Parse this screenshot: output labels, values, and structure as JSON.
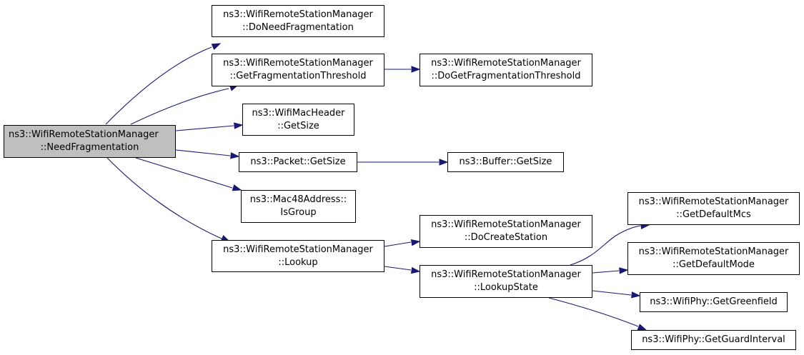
{
  "root": {
    "line1": "ns3::WifiRemoteStationManager",
    "line2": "::NeedFragmentation"
  },
  "nodes": {
    "do_need_fragmentation": {
      "line1": "ns3::WifiRemoteStationManager",
      "line2": "::DoNeedFragmentation"
    },
    "get_fragmentation_threshold": {
      "line1": "ns3::WifiRemoteStationManager",
      "line2": "::GetFragmentationThreshold"
    },
    "do_get_fragmentation_threshold": {
      "line1": "ns3::WifiRemoteStationManager",
      "line2": "::DoGetFragmentationThreshold"
    },
    "wifimacheader_getsize": {
      "line1": "ns3::WifiMacHeader",
      "line2": "::GetSize"
    },
    "packet_getsize": {
      "line1": "ns3::Packet::GetSize"
    },
    "buffer_getsize": {
      "line1": "ns3::Buffer::GetSize"
    },
    "mac48_isgroup": {
      "line1": "ns3::Mac48Address::",
      "line2": "IsGroup"
    },
    "lookup": {
      "line1": "ns3::WifiRemoteStationManager",
      "line2": "::Lookup"
    },
    "do_create_station": {
      "line1": "ns3::WifiRemoteStationManager",
      "line2": "::DoCreateStation"
    },
    "lookup_state": {
      "line1": "ns3::WifiRemoteStationManager",
      "line2": "::LookupState"
    },
    "get_default_mcs": {
      "line1": "ns3::WifiRemoteStationManager",
      "line2": "::GetDefaultMcs"
    },
    "get_default_mode": {
      "line1": "ns3::WifiRemoteStationManager",
      "line2": "::GetDefaultMode"
    },
    "get_greenfield": {
      "line1": "ns3::WifiPhy::GetGreenfield"
    },
    "get_guard_interval": {
      "line1": "ns3::WifiPhy::GetGuardInterval"
    }
  },
  "edges": [
    [
      "root",
      "do_need_fragmentation"
    ],
    [
      "root",
      "get_fragmentation_threshold"
    ],
    [
      "root",
      "wifimacheader_getsize"
    ],
    [
      "root",
      "packet_getsize"
    ],
    [
      "root",
      "mac48_isgroup"
    ],
    [
      "root",
      "lookup"
    ],
    [
      "get_fragmentation_threshold",
      "do_get_fragmentation_threshold"
    ],
    [
      "packet_getsize",
      "buffer_getsize"
    ],
    [
      "lookup",
      "do_create_station"
    ],
    [
      "lookup",
      "lookup_state"
    ],
    [
      "lookup_state",
      "get_default_mcs"
    ],
    [
      "lookup_state",
      "get_default_mode"
    ],
    [
      "lookup_state",
      "get_greenfield"
    ],
    [
      "lookup_state",
      "get_guard_interval"
    ]
  ],
  "colors": {
    "edge": "#191970",
    "root_fill": "#bfbfbf",
    "node_fill": "#ffffff",
    "border": "#000000"
  }
}
